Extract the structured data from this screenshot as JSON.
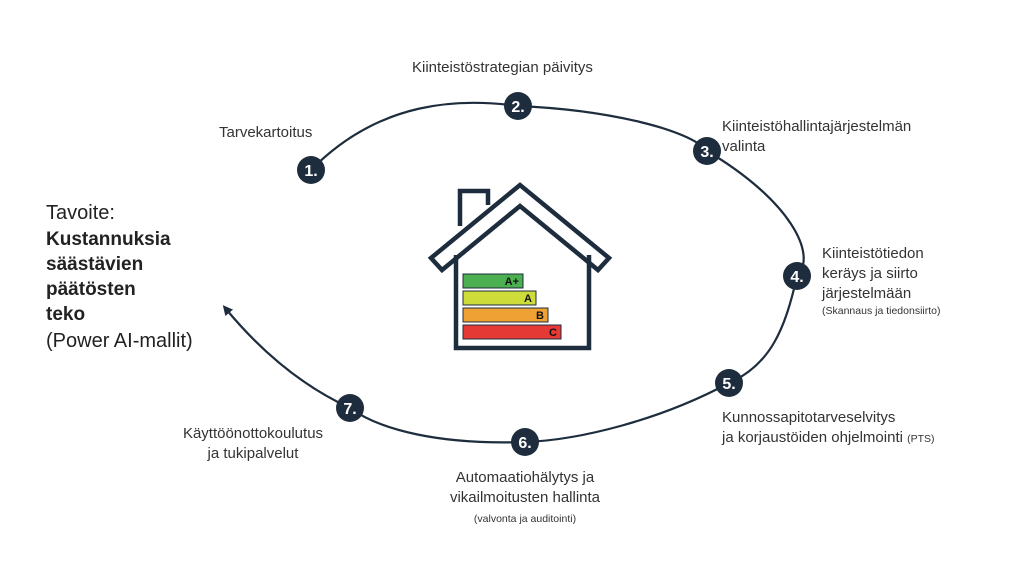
{
  "colors": {
    "navy": "#1e2d3d",
    "text": "#333333",
    "badge_text": "#ffffff"
  },
  "goal": {
    "prefix": "Tavoite:",
    "main": "Kustannuksia\nsäästävien\npäätösten\nteko",
    "note": "(Power AI-mallit)"
  },
  "steps": [
    {
      "number": "1.",
      "label": "Tarvekartoitus",
      "detail": ""
    },
    {
      "number": "2.",
      "label": "Kiinteistöstrategian päivitys",
      "detail": ""
    },
    {
      "number": "3.",
      "label": "Kiinteistöhallintajärjestelmän\nvalinta",
      "detail": ""
    },
    {
      "number": "4.",
      "label": "Kiinteistötiedon\nkeräys ja siirto\njärjestelmään",
      "detail": "(Skannaus ja tiedonsiirto)"
    },
    {
      "number": "5.",
      "label": "Kunnossapitotarveselvitys\nja korjaustöiden ohjelmointi",
      "detail": "(PTS)"
    },
    {
      "number": "6.",
      "label": "Automaatiohälytys ja\nvikailmoitusten hallinta",
      "detail": "(valvonta ja auditointi)"
    },
    {
      "number": "7.",
      "label": "Käyttöönottokoulutus\nja tukipalvelut",
      "detail": ""
    }
  ],
  "energy_classes": [
    {
      "label": "A+",
      "color": "#4caf50"
    },
    {
      "label": "A",
      "color": "#cddc39"
    },
    {
      "label": "B",
      "color": "#f0a133"
    },
    {
      "label": "C",
      "color": "#e53935"
    }
  ]
}
